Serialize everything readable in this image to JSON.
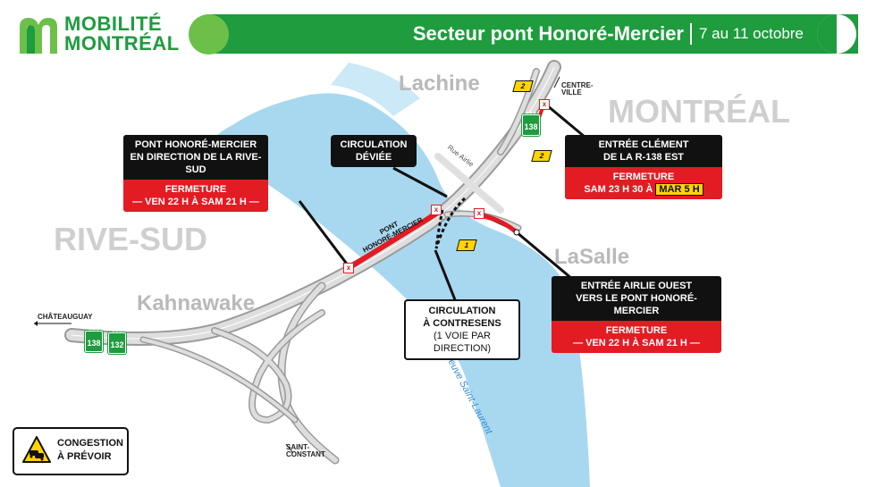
{
  "header": {
    "logo_line1": "MOBILITÉ",
    "logo_line2": "MONTRÉAL",
    "title": "Secteur pont Honoré-Mercier",
    "dates": "7 au 11 octobre",
    "colors": {
      "brand_green": "#1e9c3e",
      "light_green": "#6cc04a"
    }
  },
  "map": {
    "places": {
      "lachine": "Lachine",
      "montreal": "MONTRÉAL",
      "rive_sud": "RIVE-SUD",
      "kahnawake": "Kahnawake",
      "lasalle": "LaSalle",
      "centre_ville": "CENTRE-\nVILLE",
      "chateauguay": "CHÂTEAUGUAY",
      "saint_constant": "SAINT-\nCONSTANT"
    },
    "river": "Fleuve Saint-Laurent",
    "bridge": "PONT\nHONORÉ-MERCIER",
    "street": "Rue Airlie",
    "shields": {
      "r138_north": "138",
      "r138_west": "138",
      "r132_west": "132"
    },
    "exits": {
      "exit_2a": "2",
      "exit_2b": "2",
      "exit_1": "1"
    },
    "closure_mark": "x",
    "colors": {
      "river": "#a8d8f0",
      "road": "#d4d4d4",
      "closure": "#e31b23"
    }
  },
  "callouts": {
    "bridge_south": {
      "title_line1": "PONT HONORÉ-MERCIER",
      "title_line2": "EN DIRECTION DE LA RIVE-SUD",
      "status": "FERMETURE",
      "time": "— VEN 22 H À SAM 21 H —"
    },
    "detour": {
      "line1": "CIRCULATION",
      "line2": "DÉVIÉE"
    },
    "clement": {
      "title_line1": "ENTRÉE CLÉMENT",
      "title_line2": "DE LA R-138 EST",
      "status": "FERMETURE",
      "time_prefix": "SAM 23 H 30 À",
      "time_highlight": "MAR 5 H"
    },
    "airlie": {
      "title_line1": "ENTRÉE AIRLIE OUEST",
      "title_line2": "VERS LE PONT HONORÉ-MERCIER",
      "status": "FERMETURE",
      "time": "— VEN 22 H À SAM 21 H —"
    },
    "contraflow": {
      "line1": "CIRCULATION",
      "line2": "À CONTRESENS",
      "line3": "(1 VOIE PAR DIRECTION)"
    }
  },
  "legend": {
    "line1": "CONGESTION",
    "line2": "À PRÉVOIR",
    "icon": "car-congestion-warning-icon"
  }
}
